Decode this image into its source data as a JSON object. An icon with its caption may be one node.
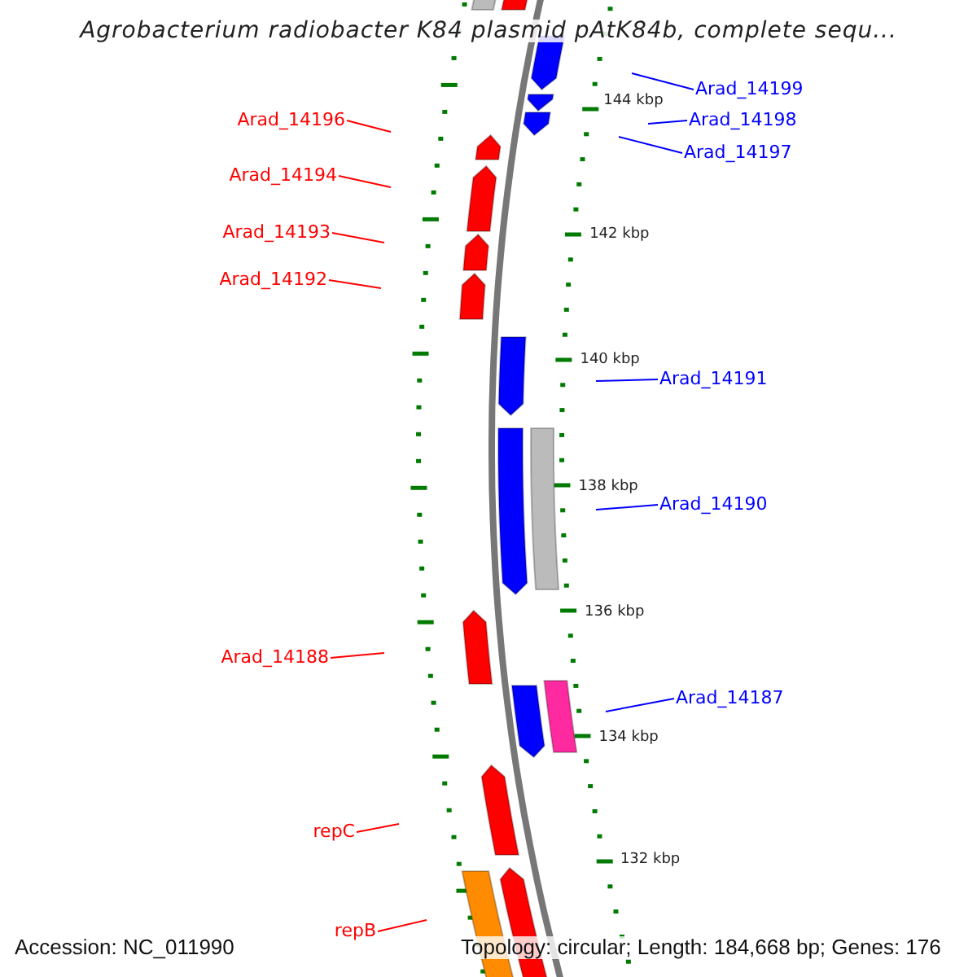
{
  "diagram": {
    "title": "Agrobacterium radiobacter K84 plasmid pAtK84b, complete sequ...",
    "nodes": [
      {
        "text": [
          "Arad_14199"
        ]
      },
      {
        "text": [
          "Arad_14198"
        ]
      },
      {
        "text": [
          "Arad_14196"
        ]
      },
      {
        "text": [
          "Arad_14197"
        ]
      },
      {
        "text": [
          "Arad_14194"
        ]
      },
      {
        "text": [
          "Arad_14193"
        ]
      },
      {
        "text": [
          "Arad_14192"
        ]
      },
      {
        "text": [
          "Arad_14191"
        ]
      },
      {
        "text": [
          "Arad_14190"
        ]
      },
      {
        "text": [
          "Arad_14188"
        ]
      },
      {
        "text": [
          "Arad_14187"
        ]
      },
      {
        "text": [
          "repC"
        ]
      },
      {
        "text": [
          "repB"
        ]
      }
    ],
    "edges": [
      {
        "from": 0,
        "to": null,
        "arrow": "none",
        "color": "#0000ff"
      },
      {
        "from": 1,
        "to": null,
        "arrow": "none",
        "color": "#0000ff"
      },
      {
        "from": 2,
        "to": null,
        "arrow": "none"
      },
      {
        "from": 3,
        "to": null,
        "arrow": "none",
        "color": "#0000ff"
      },
      {
        "from": 4,
        "to": null,
        "arrow": "none"
      },
      {
        "from": 5,
        "to": null,
        "arrow": "none"
      },
      {
        "from": 6,
        "to": null,
        "arrow": "none"
      },
      {
        "from": 7,
        "to": null,
        "arrow": "none",
        "color": "#0000ff"
      },
      {
        "from": 8,
        "to": null,
        "arrow": "none",
        "color": "#0000ff"
      },
      {
        "from": 9,
        "to": null,
        "arrow": "none"
      },
      {
        "from": 10,
        "to": null,
        "arrow": "none",
        "color": "#0000ff"
      },
      {
        "from": 11,
        "to": null,
        "arrow": "none"
      },
      {
        "from": 12,
        "to": null,
        "arrow": "none"
      }
    ],
    "labels": [
      "144 kbp",
      "142 kbp",
      "140 kbp",
      "138 kbp",
      "136 kbp",
      "134 kbp",
      "132 kbp",
      "Accession: NC_011990",
      "Topology: circular; Length: 184,668 bp; Genes: 176"
    ]
  }
}
